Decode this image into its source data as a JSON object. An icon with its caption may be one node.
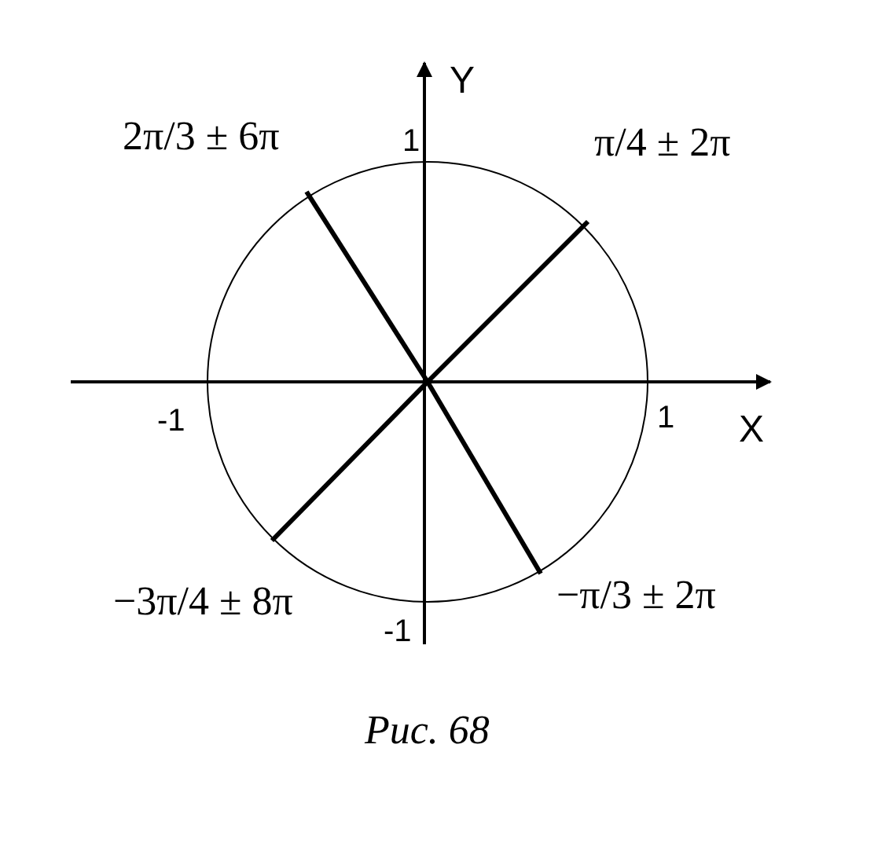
{
  "diagram": {
    "caption": "Рис. 68",
    "labels": [
      "Y",
      "2π/3 ± 6π",
      "1",
      "π/4 ± 2π",
      "-1",
      "1",
      "X",
      "−3π/4 ± 8π",
      "−π/3 ± 2π",
      "-1"
    ]
  }
}
